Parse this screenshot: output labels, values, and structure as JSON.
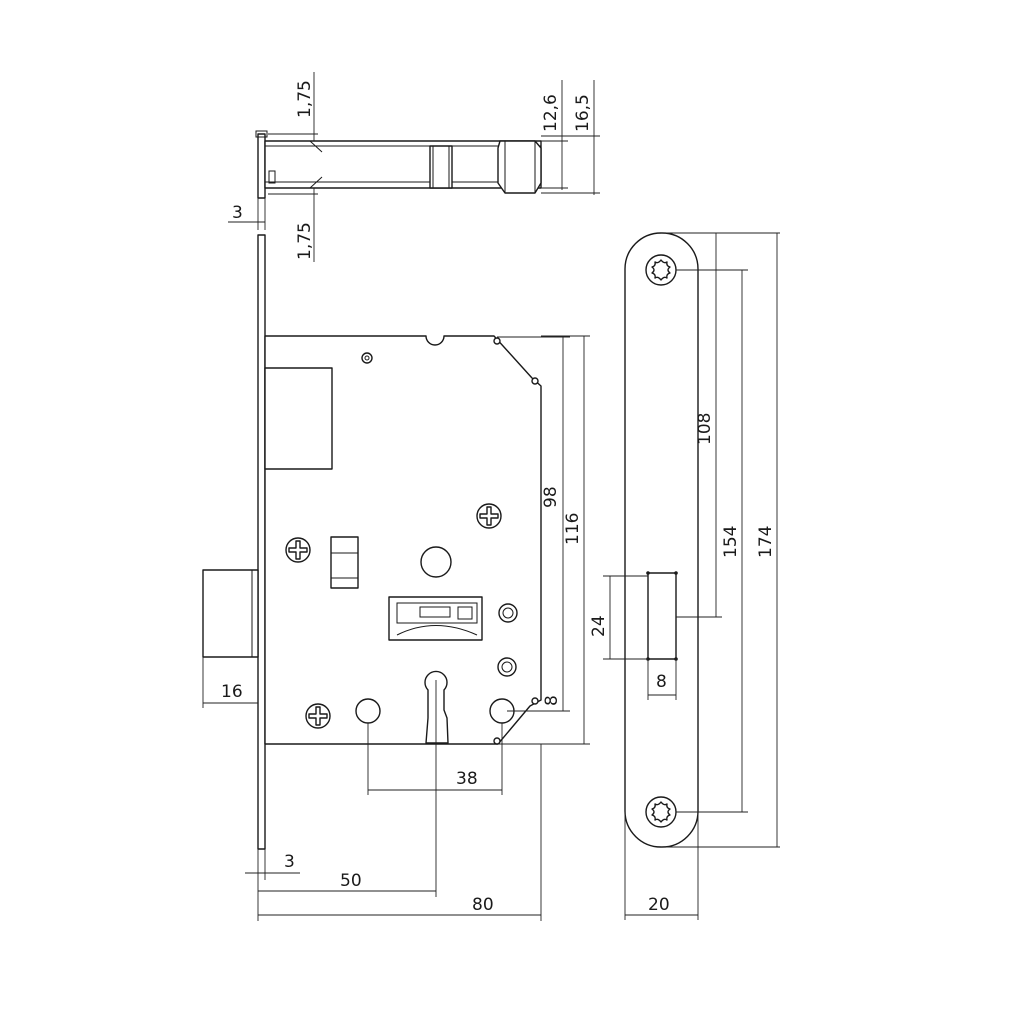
{
  "top_view": {
    "dimensions": {
      "dim_1_75_top": "1,75",
      "dim_1_75_bottom": "1,75",
      "dim_3_top": "3",
      "dim_12_6": "12,6",
      "dim_16_5": "16,5"
    }
  },
  "front_view": {
    "dimensions": {
      "dim_16": "16",
      "dim_98": "98",
      "dim_116": "116",
      "dim_8_side": "8",
      "dim_38": "38",
      "dim_3_bottom": "3",
      "dim_50": "50",
      "dim_80": "80"
    }
  },
  "strike_plate": {
    "dimensions": {
      "dim_108": "108",
      "dim_154": "154",
      "dim_174": "174",
      "dim_24": "24",
      "dim_8_strike": "8",
      "dim_20": "20"
    }
  }
}
